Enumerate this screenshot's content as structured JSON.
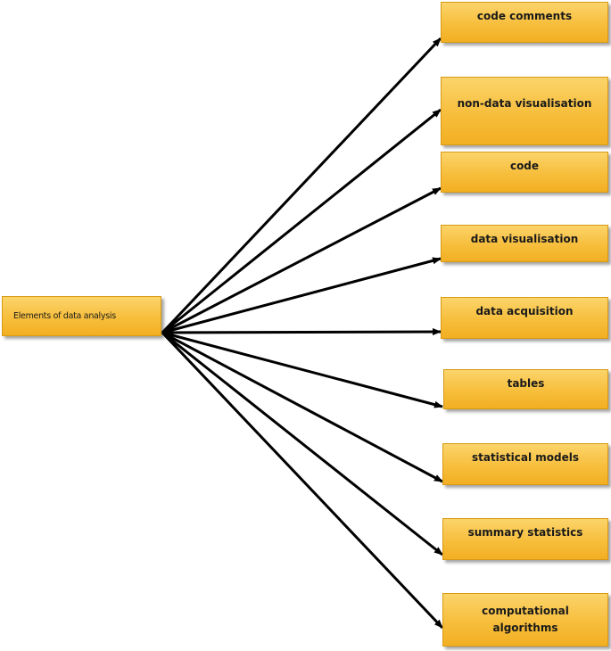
{
  "source": {
    "label": "Elements of data analysis"
  },
  "targets": [
    {
      "label": "code comments"
    },
    {
      "label": "non-data visualisation"
    },
    {
      "label": "code"
    },
    {
      "label": "data visualisation"
    },
    {
      "label": "data acquisition"
    },
    {
      "label": "tables"
    },
    {
      "label": "statistical models"
    },
    {
      "label": "summary statistics"
    },
    {
      "label": "computational algorithms"
    }
  ],
  "colors": {
    "box_fill": "#f7be3c",
    "box_border": "#d79a14",
    "arrow": "#000000"
  }
}
